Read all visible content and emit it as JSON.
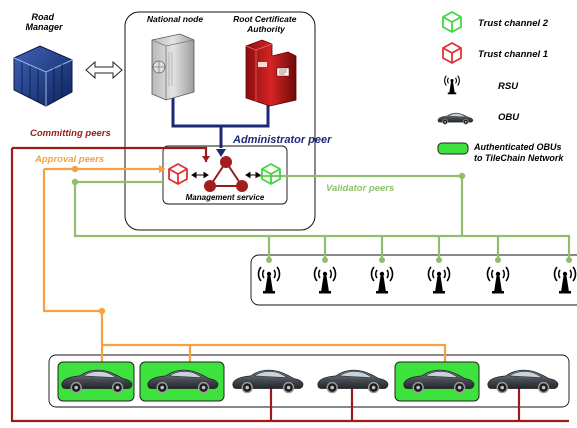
{
  "road_manager": {
    "label": "Road\nManager"
  },
  "national_node": {
    "label": "National node"
  },
  "root_ca": {
    "label": "Root Certificate\nAuthority"
  },
  "administrator_peer": {
    "label": "Administrator peer"
  },
  "management_service": {
    "label": "Management service"
  },
  "committing_peers": {
    "label": "Committing peers"
  },
  "approval_peers": {
    "label": "Approval peers"
  },
  "validator_peers": {
    "label": "Validator peers"
  },
  "legend": {
    "trust_channel_2": "Trust channel 2",
    "trust_channel_1": "Trust channel 1",
    "rsu": "RSU",
    "obu": "OBU",
    "authenticated": "Authenticated OBUs\nto TileChain Network"
  },
  "colors": {
    "committing": "#9b1b1b",
    "approval": "#f5a142",
    "validator": "#8fbf6a",
    "administrator": "#1d2a7a",
    "trust_channel_1": "#e03030",
    "trust_channel_2": "#3ed83e",
    "authenticated_fill": "#3ee23e"
  }
}
